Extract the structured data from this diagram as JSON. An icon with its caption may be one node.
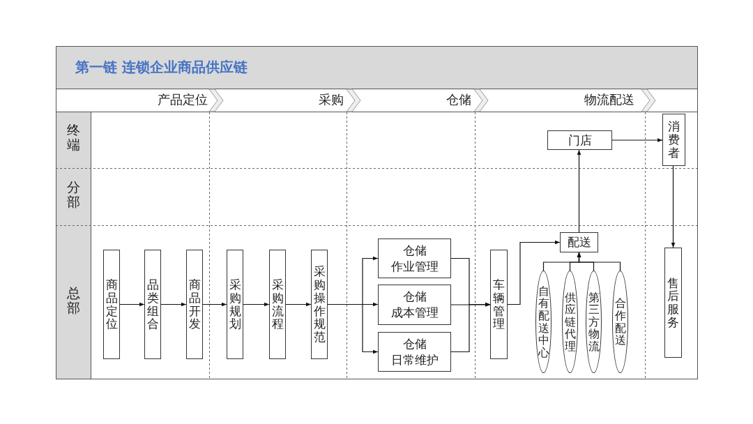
{
  "diagram": {
    "title": "第一链 连锁企业商品供应链",
    "nodes": [
      {
        "text": [
          "商品定位"
        ]
      },
      {
        "text": [
          "品类组合"
        ]
      },
      {
        "text": [
          "商品开发"
        ]
      },
      {
        "text": [
          "采购规划"
        ]
      },
      {
        "text": [
          "采购流程"
        ]
      },
      {
        "text": [
          "采购操作规范"
        ]
      },
      {
        "text": [
          "仓储",
          "作业管理"
        ]
      },
      {
        "text": [
          "仓储",
          "成本管理"
        ]
      },
      {
        "text": [
          "仓储",
          "日常维护"
        ]
      },
      {
        "text": [
          "车辆管理"
        ]
      },
      {
        "text": [
          "配送"
        ]
      },
      {
        "text": [
          "自有配送中心"
        ]
      },
      {
        "text": [
          "供应链代理"
        ]
      },
      {
        "text": [
          "第三方物流"
        ]
      },
      {
        "text": [
          "合作配送"
        ]
      },
      {
        "text": [
          "门店"
        ]
      },
      {
        "text": [
          "消费者"
        ]
      },
      {
        "text": [
          "售后服务"
        ]
      }
    ],
    "edges": [
      {
        "from": 0,
        "to": 1,
        "arrow": "to"
      },
      {
        "from": 1,
        "to": 2,
        "arrow": "to"
      },
      {
        "from": 2,
        "to": 3,
        "arrow": "to"
      },
      {
        "from": 3,
        "to": 4,
        "arrow": "to"
      },
      {
        "from": 4,
        "to": 5,
        "arrow": "to"
      },
      {
        "from": 5,
        "to": 6,
        "arrow": "to"
      },
      {
        "from": 5,
        "to": 7,
        "arrow": "to"
      },
      {
        "from": 5,
        "to": 8,
        "arrow": "to"
      },
      {
        "from": 6,
        "to": 9,
        "arrow": "to"
      },
      {
        "from": 7,
        "to": 9,
        "arrow": "to"
      },
      {
        "from": 8,
        "to": 9,
        "arrow": "to"
      },
      {
        "from": 9,
        "to": 10,
        "arrow": "to"
      },
      {
        "from": 11,
        "to": 10,
        "arrow": "to"
      },
      {
        "from": 12,
        "to": 10,
        "arrow": "to"
      },
      {
        "from": 13,
        "to": 10,
        "arrow": "to"
      },
      {
        "from": 14,
        "to": 10,
        "arrow": "to"
      },
      {
        "from": 10,
        "to": 15,
        "arrow": "to"
      },
      {
        "from": 15,
        "to": 16,
        "arrow": "to"
      },
      {
        "from": 16,
        "to": 17,
        "arrow": "to"
      }
    ],
    "labels": [
      "产品定位",
      "采购",
      "仓储",
      "物流配送",
      "终端",
      "分部",
      "总部"
    ]
  }
}
